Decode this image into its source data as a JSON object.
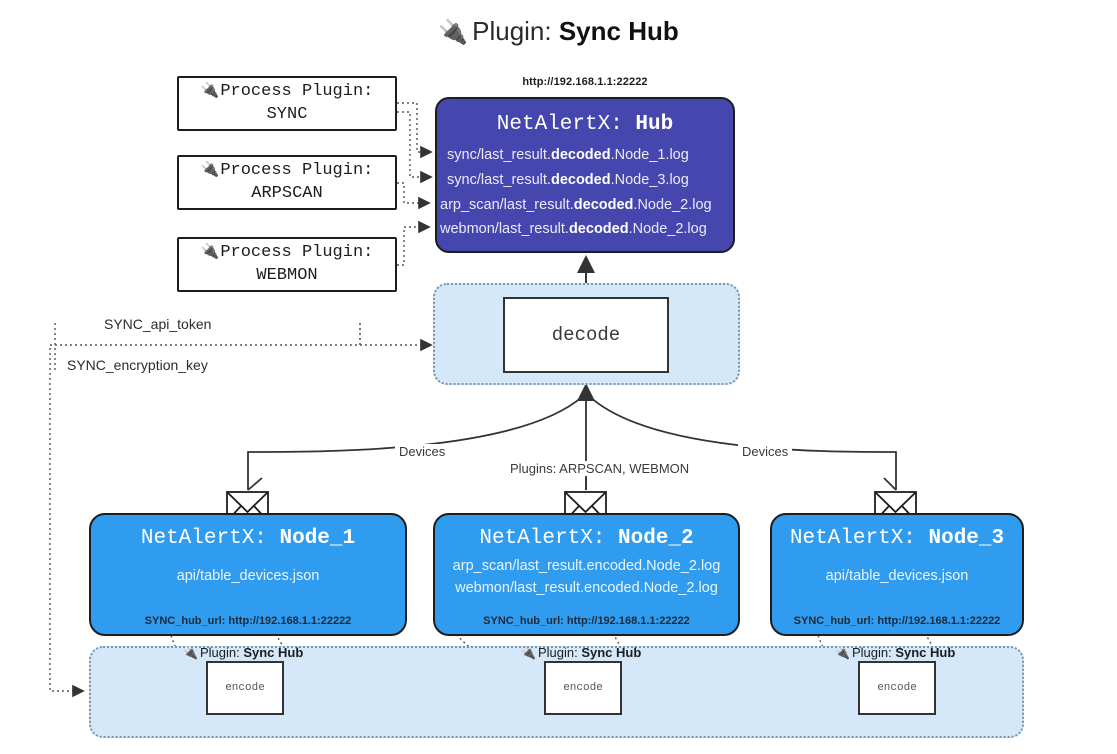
{
  "title": {
    "icon": "plug-icon",
    "prefix": "Plugin: ",
    "name": "Sync Hub"
  },
  "colors": {
    "hub_fill": "#4646af",
    "node_fill": "#2f9cf0",
    "container_fill": "#d5e8f9",
    "stroke": "#1d1d1d",
    "background": "#ffffff"
  },
  "process_plugins": [
    {
      "line1": "Process Plugin:",
      "line2": "SYNC"
    },
    {
      "line1": "Process Plugin:",
      "line2": "ARPSCAN"
    },
    {
      "line1": "Process Plugin:",
      "line2": "WEBMON"
    }
  ],
  "hub": {
    "url": "http://192.168.1.1:22222",
    "title_prefix": "NetAlertX: ",
    "title_name": "Hub",
    "logs": [
      {
        "pre": "sync/last_result.",
        "bold": "decoded",
        "post": ".Node_1.log"
      },
      {
        "pre": "sync/last_result.",
        "bold": "decoded",
        "post": ".Node_3.log"
      },
      {
        "pre": "arp_scan/last_result.",
        "bold": "decoded",
        "post": ".Node_2.log"
      },
      {
        "pre": "webmon/last_result.",
        "bold": "decoded",
        "post": ".Node_2.log"
      }
    ]
  },
  "decode": {
    "label": "decode"
  },
  "keys": [
    {
      "label": "SYNC_api_token"
    },
    {
      "label": "SYNC_encryption_key"
    }
  ],
  "edge_labels": {
    "left": "Devices",
    "center": "Plugins: ARPSCAN, WEBMON",
    "right": "Devices"
  },
  "nodes": [
    {
      "title_prefix": "NetAlertX: ",
      "title_name": "Node_1",
      "lines": [
        "api/table_devices.json"
      ],
      "url": "SYNC_hub_url: http://192.168.1.1:22222"
    },
    {
      "title_prefix": "NetAlertX: ",
      "title_name": "Node_2",
      "lines": [
        "arp_scan/last_result.encoded.Node_2.log",
        "webmon/last_result.encoded.Node_2.log"
      ],
      "url": "SYNC_hub_url: http://192.168.1.1:22222"
    },
    {
      "title_prefix": "NetAlertX: ",
      "title_name": "Node_3",
      "lines": [
        "api/table_devices.json"
      ],
      "url": "SYNC_hub_url: http://192.168.1.1:22222"
    }
  ],
  "encoders": [
    {
      "caption_prefix": "Plugin: ",
      "caption_name": "Sync Hub",
      "label": "encode"
    },
    {
      "caption_prefix": "Plugin: ",
      "caption_name": "Sync Hub",
      "label": "encode"
    },
    {
      "caption_prefix": "Plugin: ",
      "caption_name": "Sync Hub",
      "label": "encode"
    }
  ]
}
